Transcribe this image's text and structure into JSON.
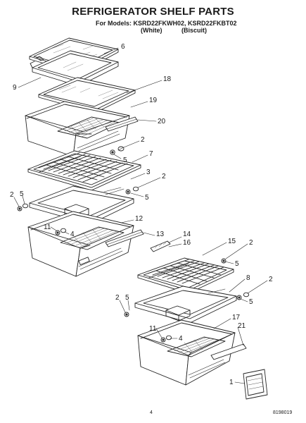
{
  "header": {
    "title": "REFRIGERATOR SHELF PARTS",
    "models_line": "For Models: KSRD22FKWH02, KSRD22FKBT02",
    "variant_white": "(White)",
    "variant_biscuit": "(Biscuit)"
  },
  "callouts": {
    "c6": "6",
    "c9": "9",
    "c18": "18",
    "c19": "19",
    "c20": "20",
    "c2a": "2",
    "c5a": "5",
    "c7": "7",
    "c3": "3",
    "c2b": "2",
    "c5b": "5",
    "c2c": "2",
    "c5c": "5",
    "c11a": "11",
    "c4a": "4",
    "c12": "12",
    "c13": "13",
    "c14": "14",
    "c16": "16",
    "c15": "15",
    "c2d": "2",
    "c5d": "5",
    "c8": "8",
    "c2e": "2",
    "c5e": "5",
    "c2f": "2",
    "c5f": "5",
    "c11b": "11",
    "c4b": "4",
    "c17": "17",
    "c21": "21",
    "c1": "1"
  },
  "footer": {
    "page_number": "4",
    "doc_number": "8198019"
  },
  "colors": {
    "line": "#222222",
    "paper": "#ffffff"
  }
}
